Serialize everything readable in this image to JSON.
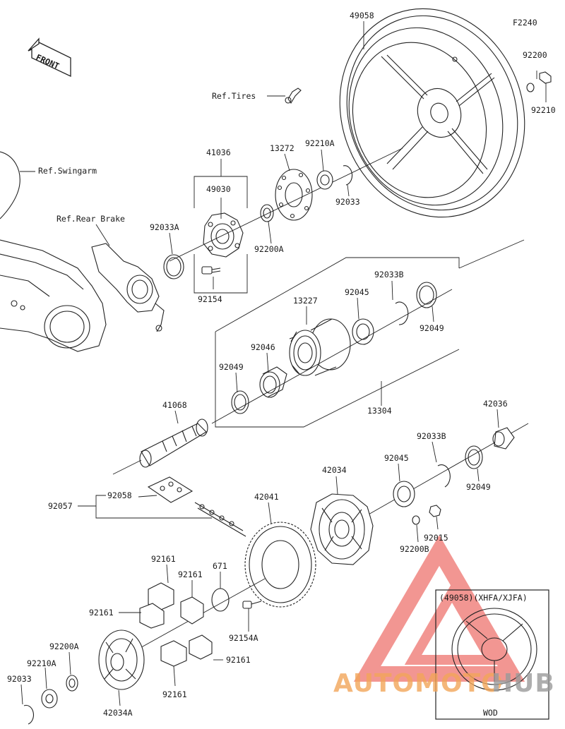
{
  "diagram": {
    "code": "F2240",
    "front_label": "FRONT",
    "refs": {
      "tires": "Ref.Tires",
      "swingarm": "Ref.Swingarm",
      "rear_brake": "Ref.Rear Brake"
    },
    "parts": {
      "p49058": "49058",
      "p92200": "92200",
      "p92210": "92210",
      "p41036": "41036",
      "p13272": "13272",
      "p92210A_top": "92210A",
      "p49030": "49030",
      "p92033": "92033",
      "p92033A": "92033A",
      "p92200A": "92200A",
      "p92154": "92154",
      "p92033B_top": "92033B",
      "p13227": "13227",
      "p92045_top": "92045",
      "p92049_top": "92049",
      "p92046": "92046",
      "p92049_mid": "92049",
      "p13304": "13304",
      "p41068": "41068",
      "p42036": "42036",
      "p92033B_low": "92033B",
      "p42034": "42034",
      "p92045_low": "92045",
      "p92049_low": "92049",
      "p92058": "92058",
      "p92057": "92057",
      "p42041": "42041",
      "p92015": "92015",
      "p92200B": "92200B",
      "p671": "671",
      "p92161_a": "92161",
      "p92161_b": "92161",
      "p92161_c": "92161",
      "p92161_d": "92161",
      "p92161_e": "92161",
      "p92154A": "92154A",
      "p92200A_low": "92200A",
      "p92210A_low": "92210A",
      "p92033_low": "92033",
      "p42034A": "42034A"
    },
    "inset": {
      "title": "(49058)(XHFA/XJFA)",
      "caption": "WOD"
    }
  },
  "watermark": {
    "text_a": "AUTOMOTO",
    "text_b": "HUB",
    "color_a": "#f2a65a",
    "color_b": "#9a9a9a",
    "logo_color": "#e8413a"
  }
}
